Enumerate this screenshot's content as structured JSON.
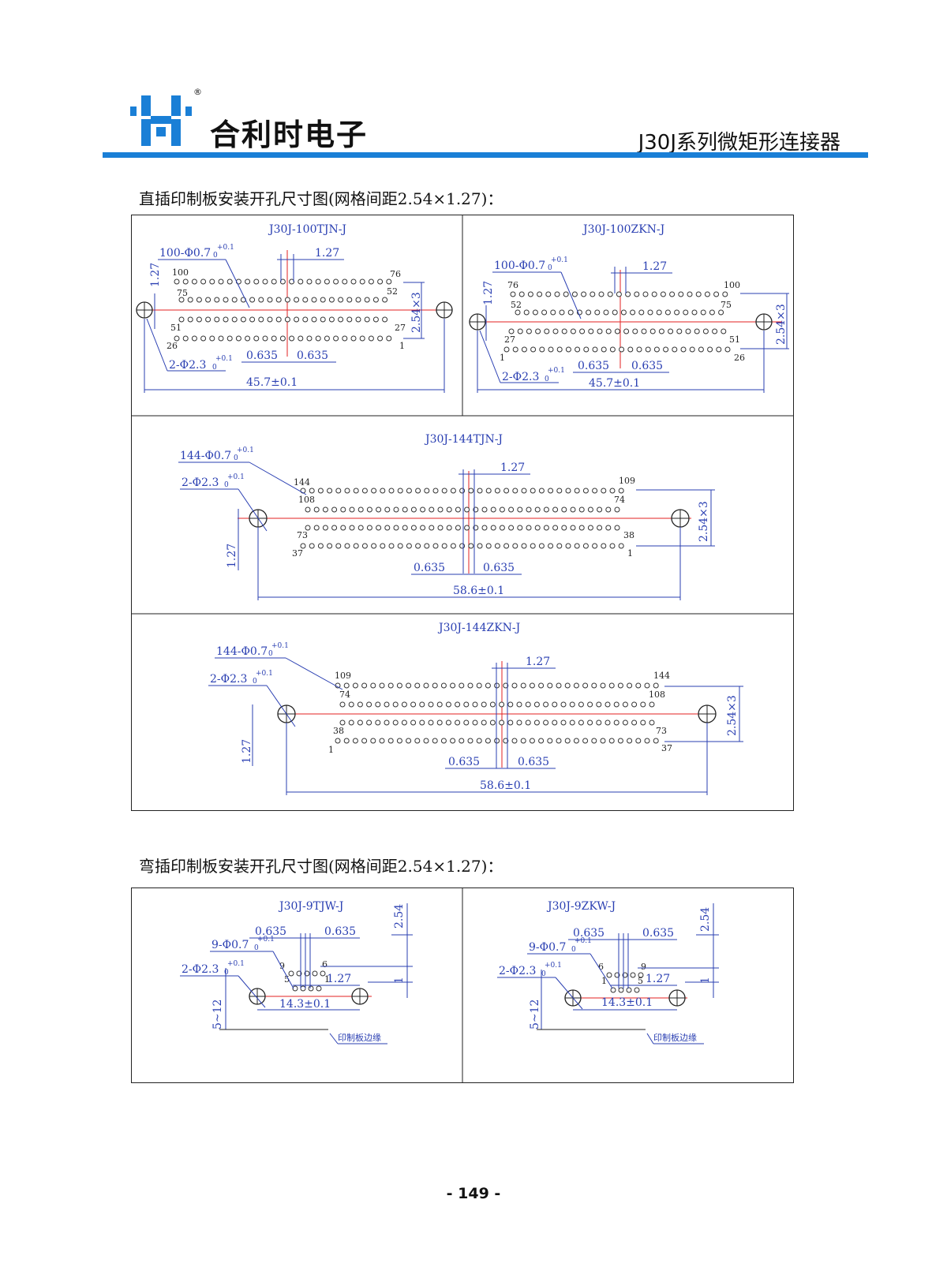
{
  "header": {
    "brand": "合利时电子",
    "registered": "®",
    "doc_title": "J30J系列微矩形连接器",
    "brand_color": "#1a7fd6"
  },
  "sections": {
    "straight": "直插印制板安装开孔尺寸图(网格间距2.54×1.27)：",
    "bent": "弯插印制板安装开孔尺寸图(网格间距2.54×1.27)："
  },
  "diagrams": {
    "tjn100": {
      "title": "J30J-100TJN-J",
      "holes_label": "100-Φ0.7",
      "holes_tol": "+0.1",
      "holes_tol0": "0",
      "mount_label": "2-Φ2.3",
      "mount_tol": "+0.1",
      "mount_tol0": "0",
      "pitch": "1.27",
      "row_pitch": "1.27",
      "offset_a": "0.635",
      "offset_b": "0.635",
      "height": "2.54×3",
      "width": "45.7±0.1",
      "pins": [
        "100",
        "76",
        "75",
        "52",
        "51",
        "27",
        "26",
        "1"
      ]
    },
    "zkn100": {
      "title": "J30J-100ZKN-J",
      "holes_label": "100-Φ0.7",
      "holes_tol": "+0.1",
      "holes_tol0": "0",
      "mount_label": "2-Φ2.3",
      "mount_tol": "+0.1",
      "mount_tol0": "0",
      "pitch": "1.27",
      "row_pitch": "1.27",
      "offset_a": "0.635",
      "offset_b": "0.635",
      "height": "2.54×3",
      "width": "45.7±0.1",
      "pins": [
        "76",
        "100",
        "52",
        "75",
        "27",
        "51",
        "1",
        "26"
      ]
    },
    "tjn144": {
      "title": "J30J-144TJN-J",
      "holes_label": "144-Φ0.7",
      "holes_tol": "+0.1",
      "holes_tol0": "0",
      "mount_label": "2-Φ2.3",
      "mount_tol": "+0.1",
      "mount_tol0": "0",
      "pitch": "1.27",
      "row_pitch": "1.27",
      "offset_a": "0.635",
      "offset_b": "0.635",
      "height": "2.54×3",
      "width": "58.6±0.1",
      "pins": [
        "144",
        "109",
        "108",
        "74",
        "73",
        "38",
        "37",
        "1"
      ]
    },
    "zkn144": {
      "title": "J30J-144ZKN-J",
      "holes_label": "144-Φ0.7",
      "holes_tol": "+0.1",
      "holes_tol0": "0",
      "mount_label": "2-Φ2.3",
      "mount_tol": "+0.1",
      "mount_tol0": "0",
      "pitch": "1.27",
      "row_pitch": "1.27",
      "offset_a": "0.635",
      "offset_b": "0.635",
      "height": "2.54×3",
      "width": "58.6±0.1",
      "pins": [
        "109",
        "144",
        "74",
        "108",
        "38",
        "73",
        "1",
        "37"
      ]
    },
    "tjw9": {
      "title": "J30J-9TJW-J",
      "holes_label": "9-Φ0.7",
      "holes_tol": "+0.1",
      "holes_tol0": "0",
      "mount_label": "2-Φ2.3",
      "mount_tol": "+0.1",
      "mount_tol0": "0",
      "offset_a": "0.635",
      "offset_b": "0.635",
      "pitch": "1.27",
      "height": "2.54",
      "row_gap": "1",
      "depth": "5~12",
      "width": "14.3±0.1",
      "edge": "印制板边缘",
      "pins": [
        "9",
        "6",
        "5",
        "1"
      ]
    },
    "zkw9": {
      "title": "J30J-9ZKW-J",
      "holes_label": "9-Φ0.7",
      "holes_tol": "+0.1",
      "holes_tol0": "0",
      "mount_label": "2-Φ2.3",
      "mount_tol": "+0.1",
      "mount_tol0": "0",
      "offset_a": "0.635",
      "offset_b": "0.635",
      "pitch": "1.27",
      "height": "2.54",
      "row_gap": "1",
      "depth": "5~12",
      "width": "14.3±0.1",
      "edge": "印制板边缘",
      "pins": [
        "6",
        "9",
        "1",
        "5"
      ]
    }
  },
  "footer": {
    "page_number": "- 149 -"
  }
}
